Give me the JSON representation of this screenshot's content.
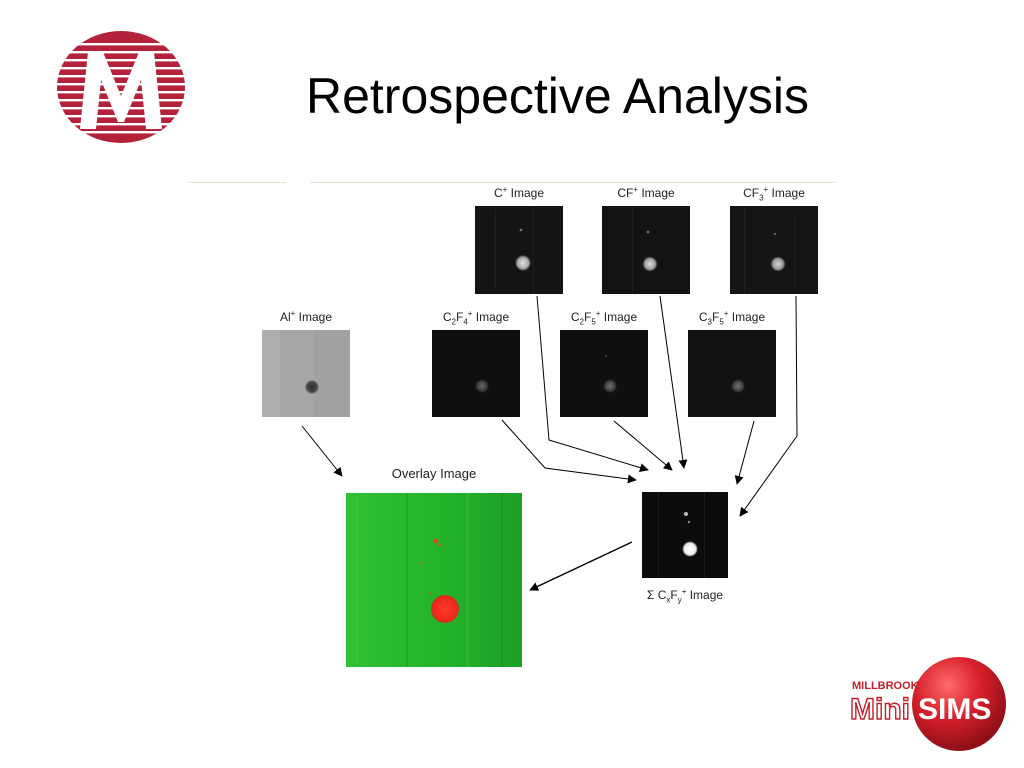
{
  "slide": {
    "title": "Retrospective Analysis"
  },
  "panels": {
    "c": {
      "species": "C",
      "charge": "+",
      "suffix": "Image"
    },
    "cf": {
      "species": "CF",
      "charge": "+",
      "suffix": "Image"
    },
    "cf3": {
      "base": "CF",
      "sub1": "3",
      "charge": "+",
      "suffix": "Image"
    },
    "al": {
      "species": "Al",
      "charge": "+",
      "suffix": "Image"
    },
    "c2f4": {
      "el1": "C",
      "sub1": "2",
      "el2": "F",
      "sub2": "4",
      "charge": "+",
      "suffix": "Image"
    },
    "c2f5": {
      "el1": "C",
      "sub1": "2",
      "el2": "F",
      "sub2": "5",
      "charge": "+",
      "suffix": "Image"
    },
    "c3f5": {
      "el1": "C",
      "sub1": "3",
      "el2": "F",
      "sub2": "5",
      "charge": "+",
      "suffix": "Image"
    },
    "overlay": {
      "label": "Overlay Image"
    },
    "sum": {
      "sigma": "Σ",
      "el1": "C",
      "sub1": "x",
      "el2": "F",
      "sub2": "y",
      "charge": "+",
      "suffix": "Image"
    }
  },
  "brand": {
    "small_text": "MILLBROOK",
    "mini_text": "Mini",
    "sims_text": "SIMS"
  },
  "colors": {
    "logo_red": "#b3223a",
    "overlay_green": "#28b82e",
    "overlay_red": "#ee2a1e",
    "sims_red": "#d8202c"
  }
}
